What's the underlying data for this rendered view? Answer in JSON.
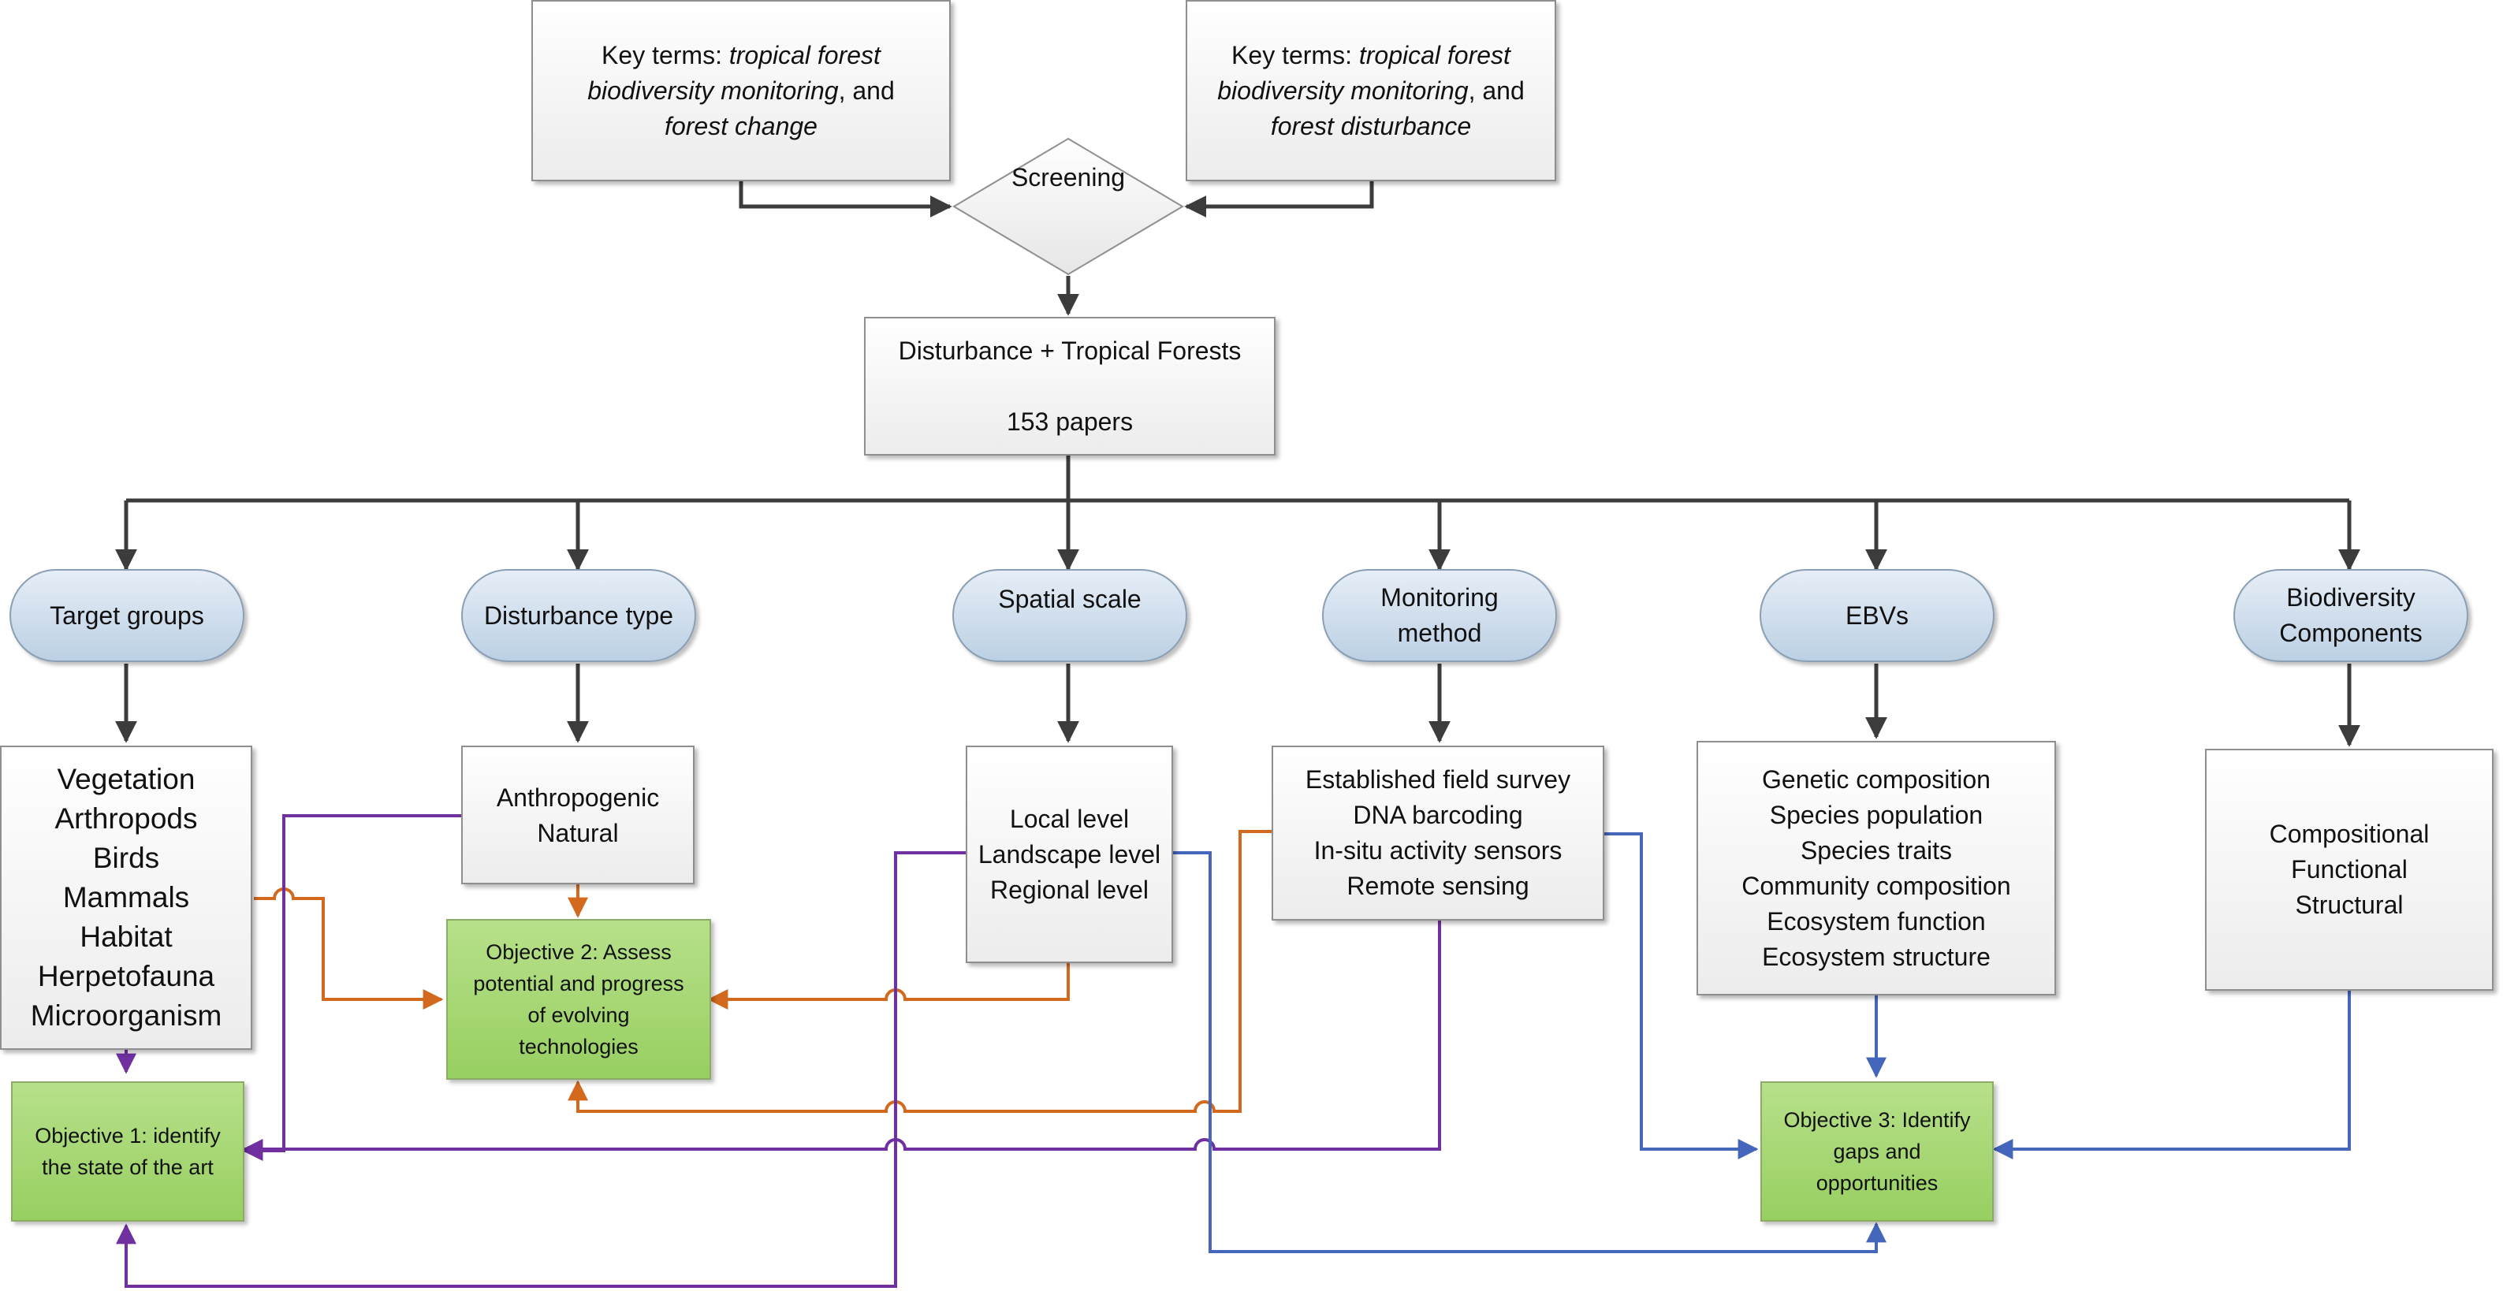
{
  "key_terms_left": {
    "line1_prefix": "Key terms: ",
    "line1_em": "tropical forest",
    "line2_em": "biodiversity monitoring",
    "line2_suffix": ", and",
    "line3_em": "forest change"
  },
  "key_terms_right": {
    "line1_prefix": "Key terms: ",
    "line1_em": "tropical forest",
    "line2_em": "biodiversity monitoring",
    "line2_suffix": ",  and",
    "line3_em": "forest disturbance"
  },
  "screening": "Screening",
  "central": {
    "title": "Disturbance + Tropical Forests",
    "count": "153 papers"
  },
  "categories": {
    "target_groups": "Target groups",
    "disturbance_type": "Disturbance type",
    "spatial_scale": "Spatial scale",
    "monitoring_method": [
      "Monitoring",
      "method"
    ],
    "ebvs": "EBVs",
    "biodiversity_components": [
      "Biodiversity",
      "Components"
    ]
  },
  "details": {
    "target_groups": [
      "Vegetation",
      "Arthropods",
      "Birds",
      "Mammals",
      "Habitat",
      "Herpetofauna",
      "Microorganism"
    ],
    "disturbance_type": [
      "Anthropogenic",
      "Natural"
    ],
    "spatial_scale": [
      "Local  level",
      "Landscape level",
      "Regional level"
    ],
    "monitoring_method": [
      "Established field survey",
      "DNA barcoding",
      "In-situ activity sensors",
      "Remote sensing"
    ],
    "ebvs": [
      "Genetic composition",
      "Species population",
      "Species traits",
      "Community composition",
      "Ecosystem function",
      "Ecosystem structure"
    ],
    "biodiversity_components": [
      "Compositional",
      "Functional",
      "Structural"
    ]
  },
  "objectives": {
    "obj1": [
      "Objective 1: identify",
      "the state of the art"
    ],
    "obj2": [
      "Objective 2: Assess",
      "potential and progress",
      "of evolving",
      "technologies"
    ],
    "obj3": [
      "Objective 3: Identify",
      "gaps and",
      "opportunities"
    ]
  },
  "colors": {
    "dark": "#3c3c3c",
    "orange": "#d2691e",
    "purple": "#7030a0",
    "blue": "#4466bb"
  }
}
